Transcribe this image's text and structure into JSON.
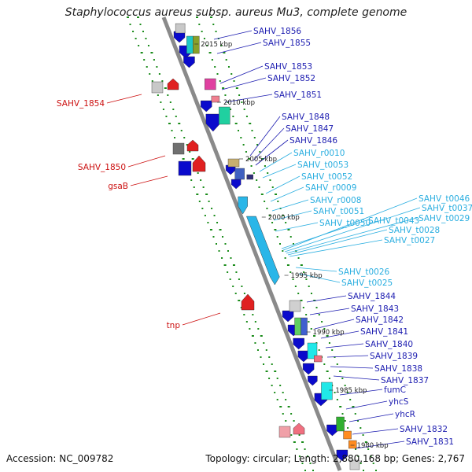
{
  "header": {
    "title": "Staphylococcus aureus subsp. aureus Mu3, complete genome"
  },
  "footer": {
    "accession": "Accession: NC_009782",
    "summary": "Topology: circular; Length: 2,880,168 bp; Genes: 2,767"
  },
  "colors": {
    "backbone": "#8a8a8a",
    "track_dots": "#1a8c1a",
    "forward_gene": "#0a0acc",
    "reverse_gene": "#e02020",
    "rna_gene": "#29b6e8",
    "label_dark": "#1c1cb0",
    "label_red": "#cc1010",
    "label_cyan": "#2aaee0"
  },
  "scale_ticks": [
    "2015 kbp",
    "2010 kbp",
    "2005 kbp",
    "2000 kbp",
    "1995 kbp",
    "1990 kbp",
    "1985 kbp",
    "1980 kbp"
  ],
  "left_labels": [
    "SAHV_1854",
    "SAHV_1850",
    "gsaB",
    "tnp"
  ],
  "right_labels": [
    {
      "text": "SAHV_1856",
      "kind": "dark"
    },
    {
      "text": "SAHV_1855",
      "kind": "dark"
    },
    {
      "text": "SAHV_1853",
      "kind": "dark"
    },
    {
      "text": "SAHV_1852",
      "kind": "dark"
    },
    {
      "text": "SAHV_1851",
      "kind": "dark"
    },
    {
      "text": "SAHV_1848",
      "kind": "dark"
    },
    {
      "text": "SAHV_1847",
      "kind": "dark"
    },
    {
      "text": "SAHV_1846",
      "kind": "dark"
    },
    {
      "text": "SAHV_r0010",
      "kind": "cyan"
    },
    {
      "text": "SAHV_t0053",
      "kind": "cyan"
    },
    {
      "text": "SAHV_t0052",
      "kind": "cyan"
    },
    {
      "text": "SAHV_r0009",
      "kind": "cyan"
    },
    {
      "text": "SAHV_r0008",
      "kind": "cyan"
    },
    {
      "text": "SAHV_t0051",
      "kind": "cyan"
    },
    {
      "text": "SAHV_t0050",
      "kind": "cyan"
    },
    {
      "text": "SAHV_t0043",
      "kind": "cyan"
    },
    {
      "text": "SAHV_t0046",
      "kind": "cyan"
    },
    {
      "text": "SAHV_t0037",
      "kind": "cyan"
    },
    {
      "text": "SAHV_t0029",
      "kind": "cyan"
    },
    {
      "text": "SAHV_t0028",
      "kind": "cyan"
    },
    {
      "text": "SAHV_t0027",
      "kind": "cyan"
    },
    {
      "text": "SAHV_t0026",
      "kind": "cyan"
    },
    {
      "text": "SAHV_t0025",
      "kind": "cyan"
    },
    {
      "text": "SAHV_1844",
      "kind": "dark"
    },
    {
      "text": "SAHV_1843",
      "kind": "dark"
    },
    {
      "text": "SAHV_1842",
      "kind": "dark"
    },
    {
      "text": "SAHV_1841",
      "kind": "dark"
    },
    {
      "text": "SAHV_1840",
      "kind": "dark"
    },
    {
      "text": "SAHV_1839",
      "kind": "dark"
    },
    {
      "text": "SAHV_1838",
      "kind": "dark"
    },
    {
      "text": "SAHV_1837",
      "kind": "dark"
    },
    {
      "text": "fumC",
      "kind": "dark"
    },
    {
      "text": "yhcS",
      "kind": "dark"
    },
    {
      "text": "yhcR",
      "kind": "dark"
    },
    {
      "text": "SAHV_1832",
      "kind": "dark"
    },
    {
      "text": "SAHV_1831",
      "kind": "dark"
    }
  ]
}
